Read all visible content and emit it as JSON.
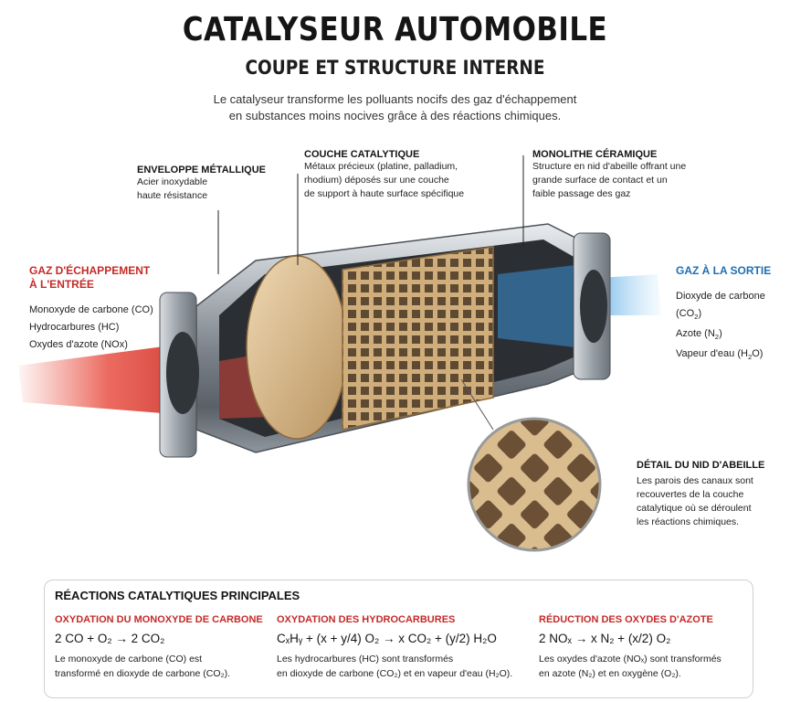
{
  "header": {
    "title": "CATALYSEUR AUTOMOBILE",
    "subtitle": "COUPE ET STRUCTURE INTERNE",
    "intro_line1": "Le catalyseur transforme les polluants nocifs des gaz d'échappement",
    "intro_line2": "en substances moins nocives grâce à des réactions chimiques."
  },
  "callouts": {
    "envelope": {
      "title": "ENVELOPPE MÉTALLIQUE",
      "line1": "Acier inoxydable",
      "line2": "haute résistance"
    },
    "coating": {
      "title": "COUCHE CATALYTIQUE",
      "line1": "Métaux précieux (platine, palladium,",
      "line2": "rhodium) déposés sur une couche",
      "line3": "de support à haute surface spécifique"
    },
    "monolith": {
      "title": "MONOLITHE CÉRAMIQUE",
      "line1": "Structure en nid d'abeille offrant une",
      "line2": "grande surface de contact et un",
      "line3": "faible passage des gaz"
    },
    "honeycomb": {
      "title": "DÉTAIL DU NID D'ABEILLE",
      "line1": "Les parois des canaux sont",
      "line2": "recouvertes de la couche",
      "line3": "catalytique où se déroulent",
      "line4": "les réactions chimiques."
    }
  },
  "inlet": {
    "title_line1": "GAZ D'ÉCHAPPEMENT",
    "title_line2": "À L'ENTRÉE",
    "gases": [
      "Monoxyde de carbone (CO)",
      "Hydrocarbures (HC)",
      "Oxydes d'azote (NOx)"
    ]
  },
  "outlet": {
    "title": "GAZ À LA SORTIE",
    "gas1_text": "Dioxyde de carbone (CO",
    "gas1_sub": "2",
    "gas2_text": "Azote (N",
    "gas2_sub": "2",
    "gas3_text": "Vapeur d'eau (H",
    "gas3_sub": "2",
    "gas3_end": "O)",
    "close": ")"
  },
  "reactions": {
    "panel_title": "RÉACTIONS CATALYTIQUES PRINCIPALES",
    "co": {
      "title": "OXYDATION DU MONOXYDE DE CARBONE",
      "equation": "2 CO + O₂ → 2 CO₂",
      "desc_line1": "Le monoxyde de carbone (CO) est",
      "desc_line2": "transformé en dioxyde de carbone (CO₂)."
    },
    "hc": {
      "title": "OXYDATION DES HYDROCARBURES",
      "equation": "CₓHᵧ + (x + y/4) O₂ → x CO₂ + (y/2) H₂O",
      "desc_line1": "Les hydrocarbures (HC) sont transformés",
      "desc_line2": "en dioxyde de carbone (CO₂) et en vapeur d'eau (H₂O)."
    },
    "nox": {
      "title": "RÉDUCTION DES OXYDES D'AZOTE",
      "equation": "2 NOₓ → x N₂ + (x/2) O₂",
      "desc_line1": "Les oxydes d'azote (NOₓ) sont transformés",
      "desc_line2": "en azote (N₂) et en oxygène (O₂)."
    }
  },
  "colors": {
    "accent_red": "#c52a28",
    "accent_blue": "#1e6fb5",
    "ceramic": "#d8b98a",
    "steel": "#9aa1a8"
  }
}
